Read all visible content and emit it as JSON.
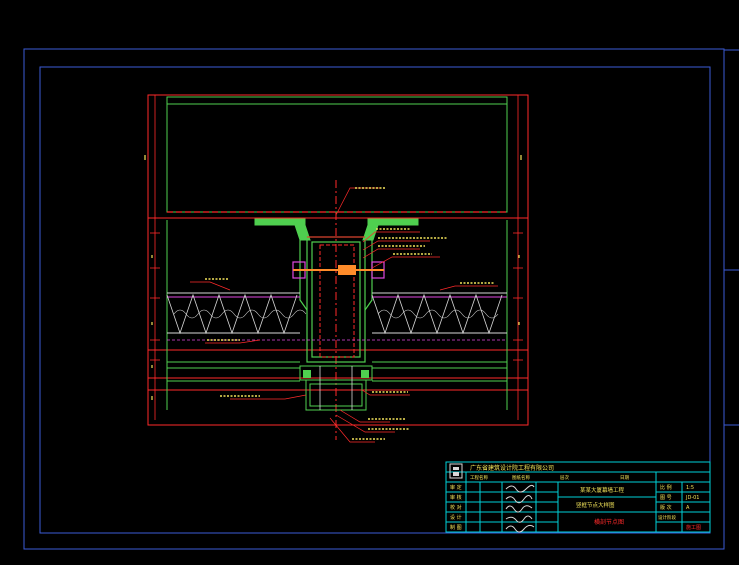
{
  "drawing": {
    "palette": {
      "background": "#000000",
      "frame_blue": "#3b5bd6",
      "title_cyan": "#00d0d8",
      "section_red": "#ff2a2a",
      "profile_green": "#4fcf4f",
      "text_yellow": "#f2e35a",
      "insulation_white": "#d8d8d8",
      "magenta": "#e048e0",
      "cyan_lines": "#00c8ff"
    },
    "title_block": {
      "company_name": "广东省建筑设计院工程有限公司",
      "sub_labels": [
        "工程名称",
        "图纸名称",
        "层次",
        "日期"
      ],
      "project_name": "某某大厦幕墙工程",
      "drawing_name": "竖框节点大样图",
      "drawing_name_red": "横剖节点图",
      "role_labels": [
        "审 定",
        "审 核",
        "校 对",
        "设 计",
        "制 图"
      ],
      "right_labels": [
        "比 例",
        "图 号",
        "版 次",
        "设计阶段"
      ],
      "right_values": [
        "1:5",
        "JD-01",
        "A",
        "施工图"
      ]
    }
  }
}
